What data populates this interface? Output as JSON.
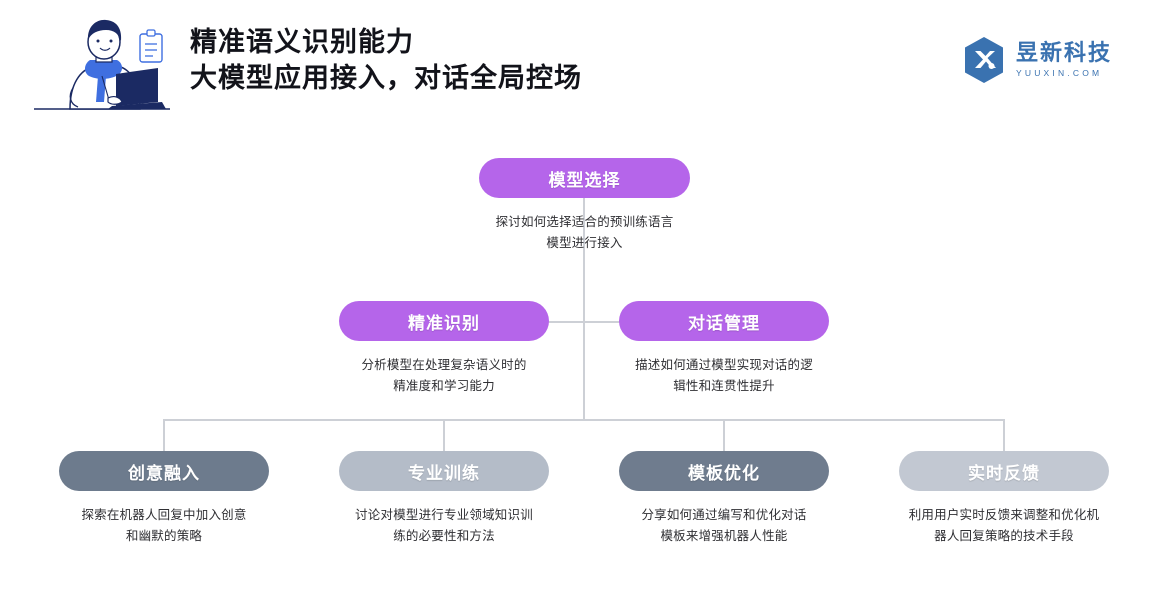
{
  "header": {
    "title_line1": "精准语义识别能力",
    "title_line2": "大模型应用接入，对话全局控场",
    "illustration_name": "person-at-laptop-illustration",
    "brand": {
      "name": "昱新科技",
      "sub": "YUUXIN.COM",
      "mark": "hexagon-x-logo-icon",
      "color": "#3a72b0"
    }
  },
  "diagram": {
    "type": "tree",
    "colors": {
      "accent_purple": "#b565ea",
      "slate_dark": "#6d7b8d",
      "slate_light": "#b4bcc8",
      "slate_mid": "#6f7c8e",
      "slate_pale": "#c2c8d2",
      "connector": "#cdd0d6"
    },
    "root": {
      "label": "模型选择",
      "desc": "探讨如何选择适合的预训练语言\n模型进行接入"
    },
    "mid": [
      {
        "label": "精准识别",
        "desc": "分析模型在处理复杂语义时的\n精准度和学习能力"
      },
      {
        "label": "对话管理",
        "desc": "描述如何通过模型实现对话的逻\n辑性和连贯性提升"
      }
    ],
    "leaves": [
      {
        "label": "创意融入",
        "desc": "探索在机器人回复中加入创意\n和幽默的策略"
      },
      {
        "label": "专业训练",
        "desc": "讨论对模型进行专业领域知识训\n练的必要性和方法"
      },
      {
        "label": "模板优化",
        "desc": "分享如何通过编写和优化对话\n模板来增强机器人性能"
      },
      {
        "label": "实时反馈",
        "desc": "利用用户实时反馈来调整和优化机\n器人回复策略的技术手段"
      }
    ]
  }
}
